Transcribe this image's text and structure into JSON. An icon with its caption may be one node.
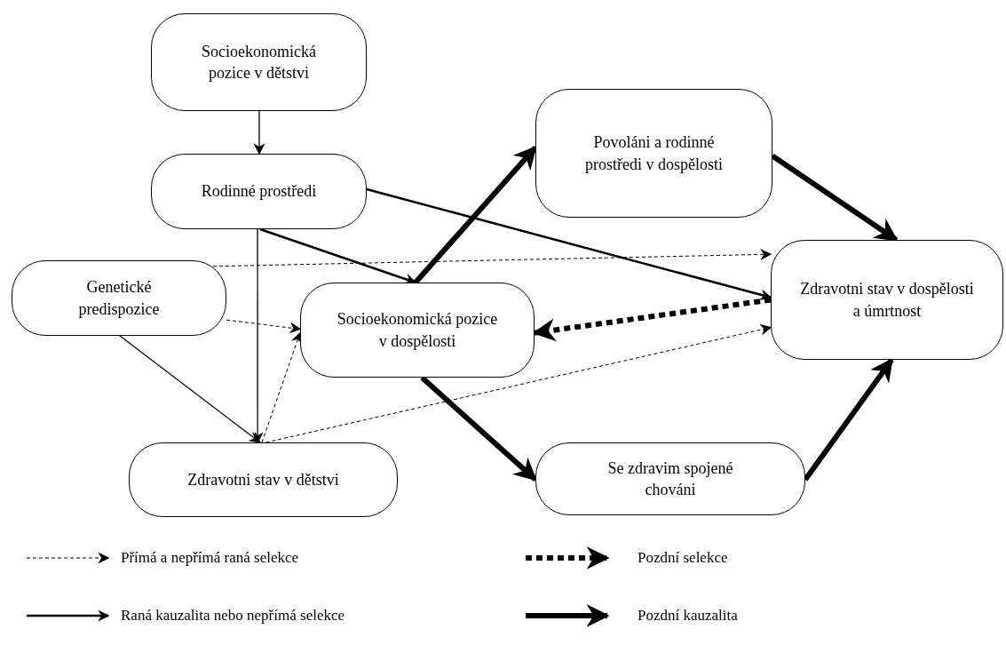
{
  "diagram": {
    "nodes": [
      {
        "text": [
          "Socioekonomická pozice v dětstvi"
        ]
      },
      {
        "text": [
          "Rodinné prostředi"
        ]
      },
      {
        "text": [
          "Povoláni a rodinné prostředi v dospělosti"
        ]
      },
      {
        "text": [
          "Genetické predispozice"
        ]
      },
      {
        "text": [
          "Socioekonomická pozice v dospělosti"
        ]
      },
      {
        "text": [
          "Zdravotni stav v dospělosti a úmrtnost"
        ]
      },
      {
        "text": [
          "Zdravotni stav v dětstvi"
        ]
      },
      {
        "text": [
          "Se zdravim spojené chováni"
        ]
      }
    ],
    "edges": [
      {
        "from": 0,
        "to": 1,
        "arrow": "to"
      },
      {
        "from": 1,
        "to": 4,
        "arrow": "to"
      },
      {
        "from": 1,
        "to": 5,
        "arrow": "to"
      },
      {
        "from": 1,
        "to": 6,
        "arrow": "to"
      },
      {
        "from": 3,
        "to": 6,
        "arrow": "to"
      },
      {
        "from": 3,
        "to": 5,
        "arrow": "to",
        "style": "dashed"
      },
      {
        "from": 3,
        "to": 4,
        "arrow": "to",
        "style": "dashed"
      },
      {
        "from": 6,
        "to": 4,
        "arrow": "to",
        "style": "dashed"
      },
      {
        "from": 6,
        "to": 5,
        "arrow": "to",
        "style": "dashed"
      },
      {
        "from": 5,
        "to": 4,
        "arrow": "to",
        "style": "dashed"
      },
      {
        "from": 4,
        "to": 2,
        "arrow": "to",
        "style": "thick"
      },
      {
        "from": 2,
        "to": 5,
        "arrow": "to",
        "style": "thick"
      },
      {
        "from": 4,
        "to": 7,
        "arrow": "to",
        "style": "thick"
      },
      {
        "from": 7,
        "to": 5,
        "arrow": "to",
        "style": "thick"
      }
    ],
    "legend": [
      {
        "text": "Přímá a nepřímá raná selekce"
      },
      {
        "text": "Pozdní selekce"
      },
      {
        "text": "Raná kauzalita nebo nepřímá selekce"
      },
      {
        "text": "Pozdní kauzalita"
      }
    ]
  }
}
